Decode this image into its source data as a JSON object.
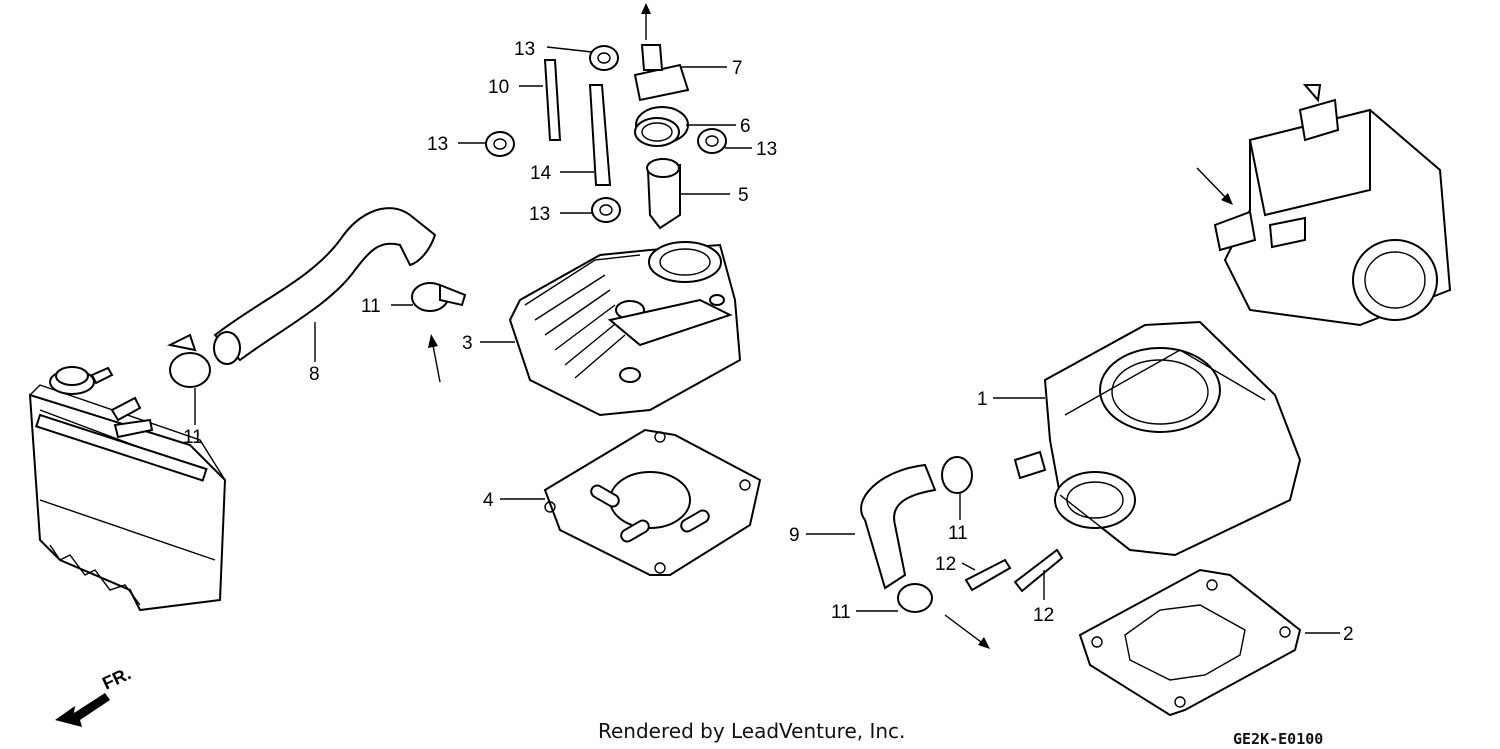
{
  "diagram": {
    "parts": [
      {
        "id": "part-1",
        "number": "1"
      },
      {
        "id": "part-2",
        "number": "2"
      },
      {
        "id": "part-3",
        "number": "3"
      },
      {
        "id": "part-4",
        "number": "4"
      },
      {
        "id": "part-5",
        "number": "5"
      },
      {
        "id": "part-6",
        "number": "6"
      },
      {
        "id": "part-7",
        "number": "7"
      },
      {
        "id": "part-8",
        "number": "8"
      },
      {
        "id": "part-9",
        "number": "9"
      },
      {
        "id": "part-10",
        "number": "10"
      },
      {
        "id": "part-11a",
        "number": "11"
      },
      {
        "id": "part-11b",
        "number": "11"
      },
      {
        "id": "part-11c",
        "number": "11"
      },
      {
        "id": "part-11d",
        "number": "11"
      },
      {
        "id": "part-12a",
        "number": "12"
      },
      {
        "id": "part-12b",
        "number": "12"
      },
      {
        "id": "part-13a",
        "number": "13"
      },
      {
        "id": "part-13b",
        "number": "13"
      },
      {
        "id": "part-13c",
        "number": "13"
      },
      {
        "id": "part-13d",
        "number": "13"
      },
      {
        "id": "part-14",
        "number": "14"
      }
    ],
    "direction_label": "FR.",
    "footer": "Rendered by LeadVenture, Inc.",
    "diagram_code": "GE2K-E0100"
  }
}
